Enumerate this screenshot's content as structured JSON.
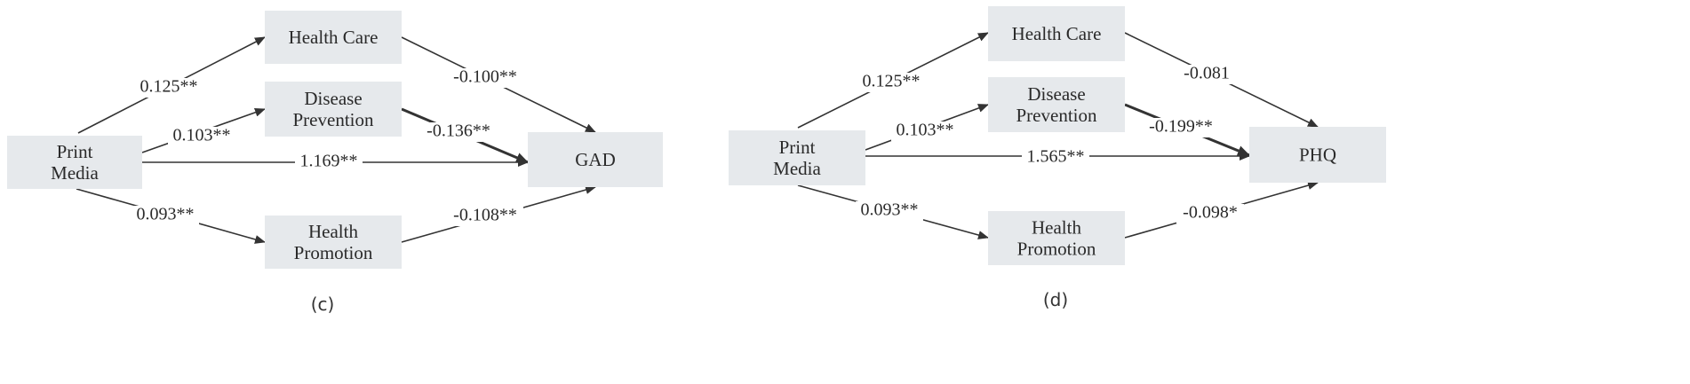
{
  "diagrams": [
    {
      "caption": "(c)",
      "nodes": {
        "predictor": [
          "Print",
          "Media"
        ],
        "mediator_care": [
          "Health Care"
        ],
        "mediator_prevention": [
          "Disease",
          "Prevention"
        ],
        "mediator_promotion": [
          "Health",
          "Promotion"
        ],
        "outcome": [
          "GAD"
        ]
      },
      "paths": {
        "media_to_care": "0.125**",
        "media_to_prevention": "0.103**",
        "media_to_promotion": "0.093**",
        "care_to_outcome": "-0.100**",
        "prevention_to_outcome": "-0.136**",
        "promotion_to_outcome": "-0.108**",
        "media_to_outcome": "1.169**"
      }
    },
    {
      "caption": "(d)",
      "nodes": {
        "predictor": [
          "Print",
          "Media"
        ],
        "mediator_care": [
          "Health Care"
        ],
        "mediator_prevention": [
          "Disease",
          "Prevention"
        ],
        "mediator_promotion": [
          "Health",
          "Promotion"
        ],
        "outcome": [
          "PHQ"
        ]
      },
      "paths": {
        "media_to_care": "0.125**",
        "media_to_prevention": "0.103**",
        "media_to_promotion": "0.093**",
        "care_to_outcome": "-0.081",
        "prevention_to_outcome": "-0.199**",
        "promotion_to_outcome": "-0.098*",
        "media_to_outcome": "1.565**"
      }
    }
  ],
  "colors": {
    "box_fill": "#e6e9ec",
    "arrow": "#333333",
    "text": "#2a2a2a"
  }
}
